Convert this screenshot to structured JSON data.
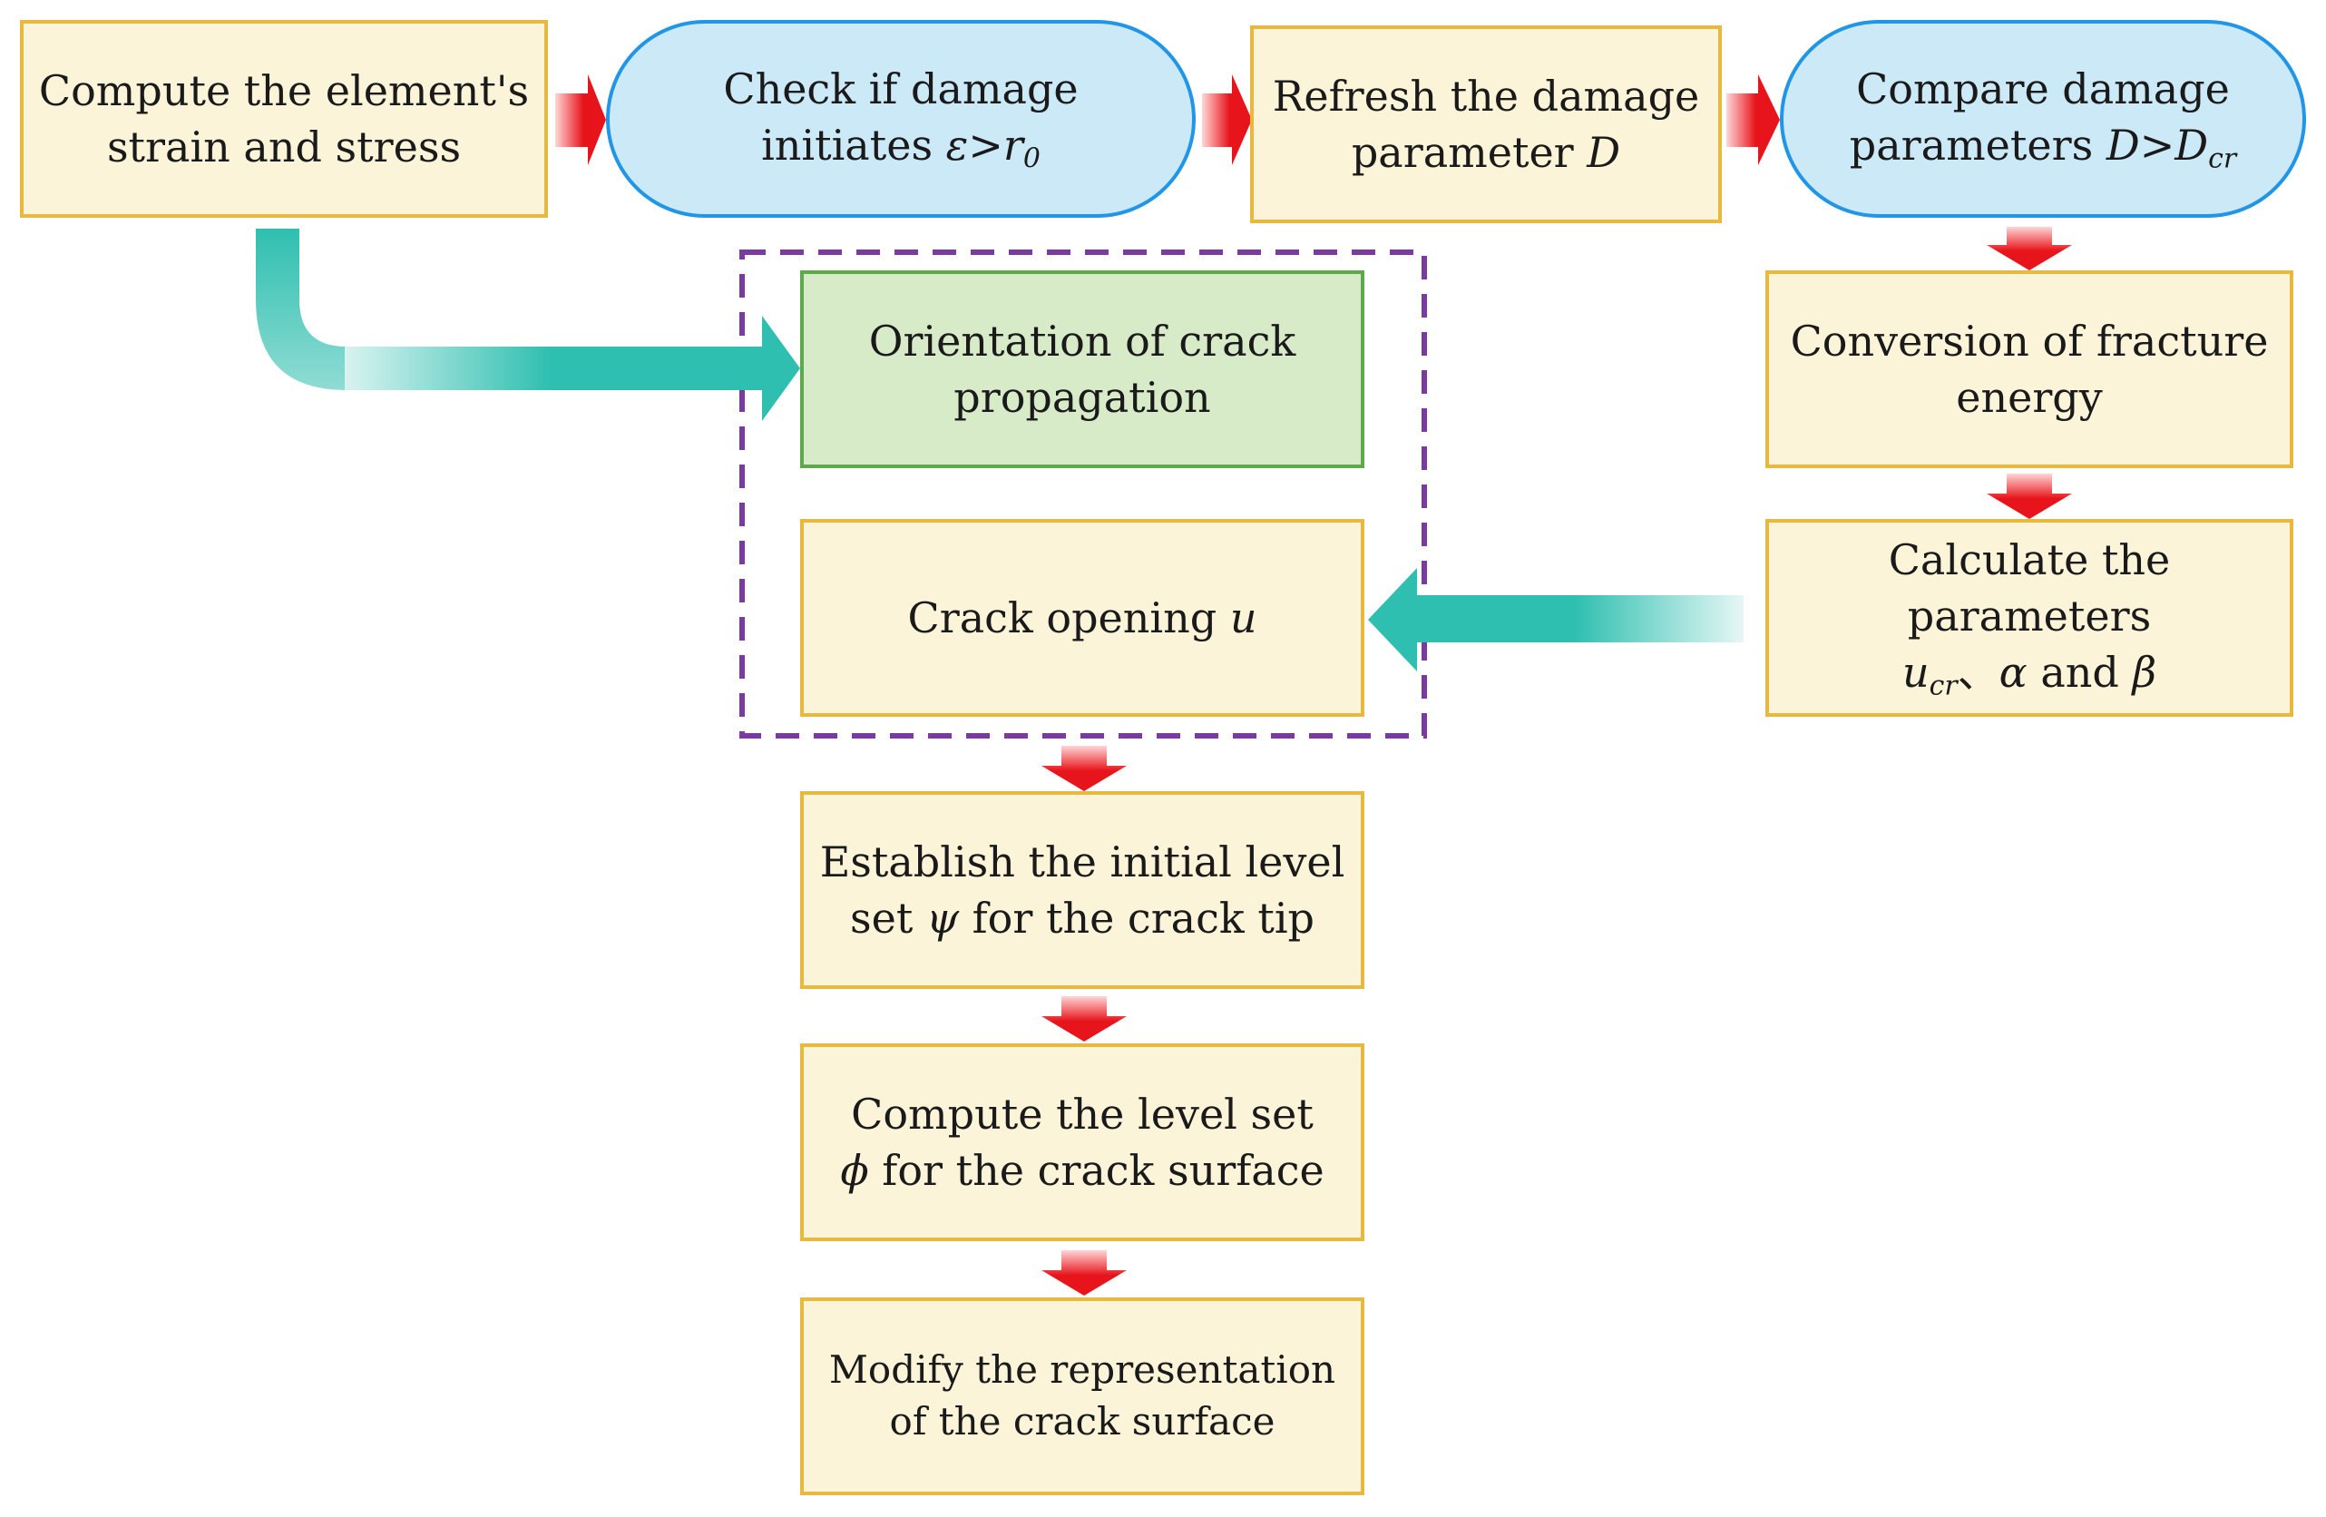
{
  "diagram": {
    "nodes": {
      "compute_strain": {
        "lines": [
          "Compute the element's",
          "strain and stress"
        ]
      },
      "check_damage": {
        "line1": "Check if damage",
        "line2_prefix": "initiates ",
        "epsilon": "ε",
        "gt": ">",
        "r": "r",
        "r_sub": "0"
      },
      "refresh_damage": {
        "line1": "Refresh the damage",
        "line2_prefix": "parameter ",
        "D": "D"
      },
      "compare_damage": {
        "line1": "Compare damage",
        "line2_prefix": "parameters ",
        "D": "D",
        "gt": ">",
        "Dcr": "D",
        "Dcr_sub": "cr"
      },
      "orientation": {
        "lines": [
          "Orientation of crack",
          "propagation"
        ]
      },
      "crack_opening": {
        "prefix": "Crack opening ",
        "u": "u"
      },
      "conversion": {
        "lines": [
          "Conversion of fracture",
          "energy"
        ]
      },
      "calculate": {
        "line1": "Calculate the",
        "line2": "parameters",
        "u": "u",
        "u_sub": "cr",
        "sep": "、",
        "alpha": "α",
        "and": " and ",
        "beta": "β"
      },
      "establish": {
        "line1": "Establish the initial level",
        "line2_prefix": "set ",
        "psi": "ψ",
        "line2_suffix": " for the crack tip"
      },
      "compute_level": {
        "line1": "Compute the level set",
        "phi": "ϕ",
        "line2_suffix": " for the crack surface"
      },
      "modify": {
        "lines": [
          "Modify the representation",
          "of the crack surface"
        ]
      }
    },
    "colors": {
      "rect_fill": "#fcf4d9",
      "rect_border": "#e7b93f",
      "pill_fill": "#cce9f8",
      "pill_border": "#2196e6",
      "green_fill": "#d8ebc8",
      "green_border": "#5ea94a",
      "arrow_red": "#e8141b",
      "arrow_teal": "#2fbfb0",
      "dashed_box": "#7a3aa0"
    }
  }
}
